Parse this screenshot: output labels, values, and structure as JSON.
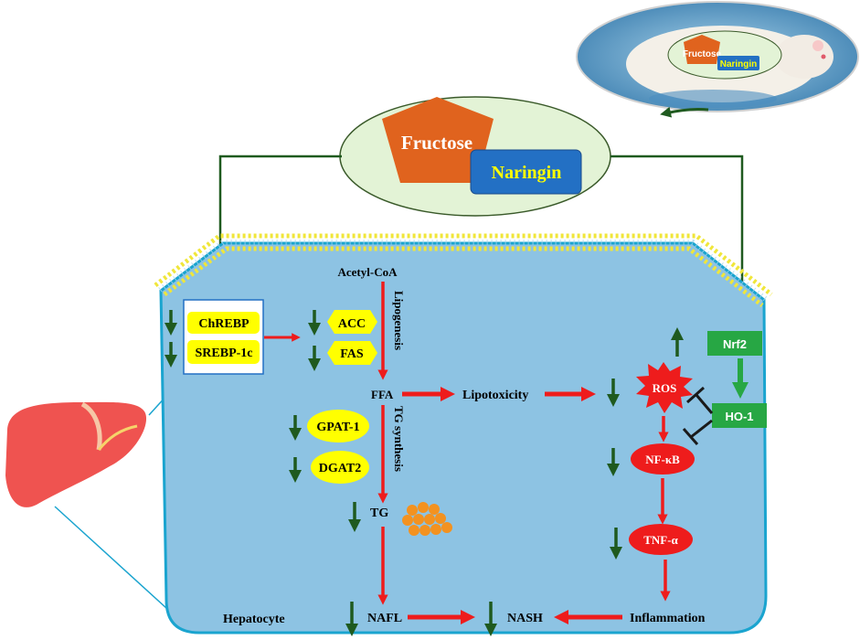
{
  "colors": {
    "cell_fill": "#8dc3e3",
    "cell_stroke": "#1aa4cf",
    "membrane": "#f0e63a",
    "yellow_box": "#ffff00",
    "red_arrow": "#ee1c1c",
    "green_arrow": "#1f5a1f",
    "nrf2_green": "#27a744",
    "fructose_orange": "#e0631e",
    "naringin_blue": "#2370c4",
    "ellipse_fill": "#e3f3d6",
    "liver_red": "#ef5350"
  },
  "top": {
    "fructose": "Fructose",
    "naringin": "Naringin",
    "photo_fructose": "Fructose",
    "photo_naringin": "Naringin"
  },
  "cell": {
    "label": "Hepatocyte"
  },
  "lipid": {
    "acetyl_coa": "Acetyl-CoA",
    "lipogenesis": "Lipogenesis",
    "chrebp": "ChREBP",
    "srebp": "SREBP-1c",
    "acc": "ACC",
    "fas": "FAS",
    "ffa": "FFA",
    "tg_synthesis": "TG synthesis",
    "gpat": "GPAT-1",
    "dgat": "DGAT2",
    "tg": "TG",
    "nafl": "NAFL",
    "nash": "NASH",
    "lipotoxicity": "Lipotoxicity"
  },
  "oxidative": {
    "ros": "ROS",
    "nrf2": "Nrf2",
    "ho1": "HO-1",
    "nfkb": "NF-κB",
    "tnfa": "TNF-α",
    "inflammation": "Inflammation"
  }
}
